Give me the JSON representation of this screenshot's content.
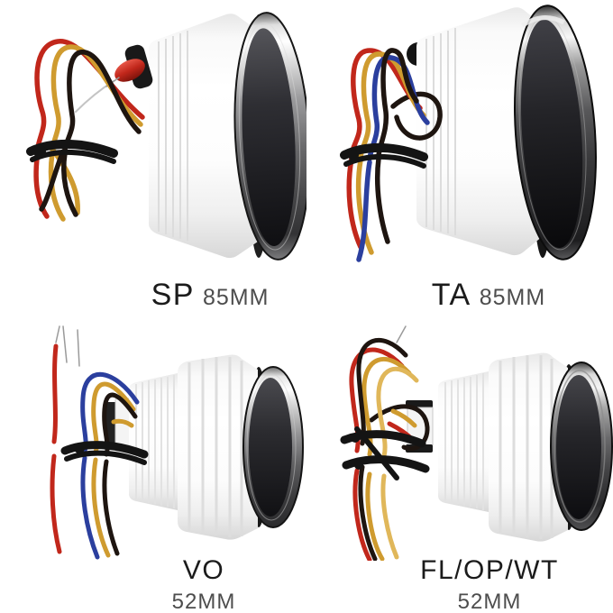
{
  "products": [
    {
      "name": "SP",
      "size": "85MM",
      "wires": [
        "red",
        "yellow",
        "black",
        "white"
      ]
    },
    {
      "name": "TA",
      "size": "85MM",
      "wires": [
        "red",
        "yellow",
        "blue",
        "black"
      ]
    },
    {
      "name": "VO",
      "size": "52MM",
      "wires": [
        "red",
        "blue",
        "yellow",
        "black"
      ]
    },
    {
      "name": "FL/OP/WT",
      "size": "52MM",
      "wires": [
        "red",
        "yellow",
        "yellow",
        "black"
      ]
    }
  ],
  "colors": {
    "background": "#ffffff",
    "label_name": "#1b1b1b",
    "label_size": "#4d4d4d",
    "wire_red": "#c1271b",
    "wire_yellow": "#cf9b2f",
    "wire_yellow2": "#e0b75a",
    "wire_blue": "#2b3f9e",
    "wire_black": "#1e1510",
    "wire_bare": "#9a9a9a",
    "wire_white": "#c4c4c4",
    "tie_black": "#141414",
    "cap_red": "#cf2b1e",
    "gauge_body": "#fbfbfb",
    "bezel_chrome": "#d7d7d7",
    "glass_dark": "#222226"
  }
}
